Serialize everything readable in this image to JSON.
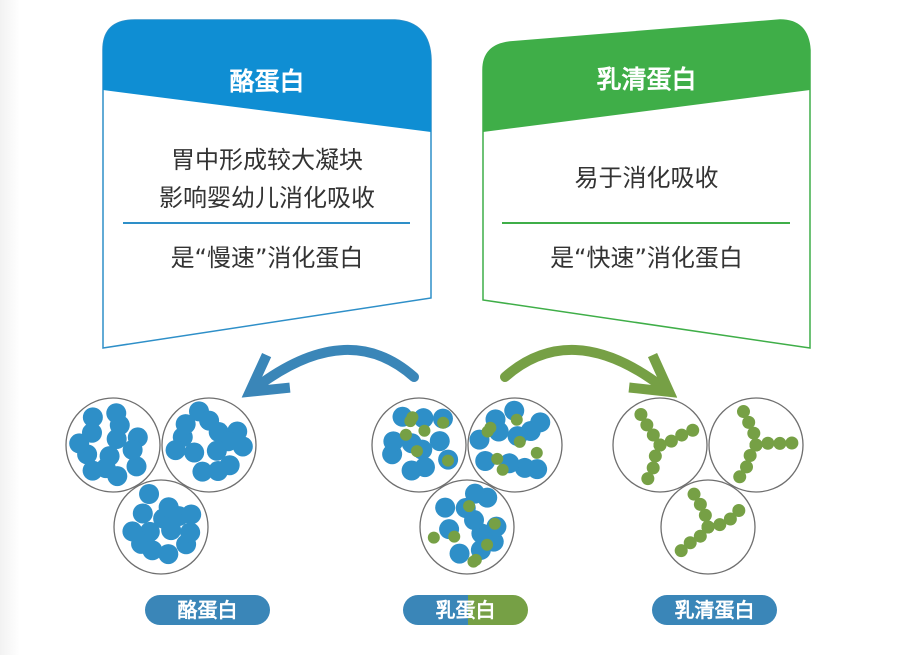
{
  "colors": {
    "casein": "#2e8fc8",
    "casein_dark": "#3a86b8",
    "whey": "#3fae48",
    "whey_dark": "#76a045",
    "text": "#333333"
  },
  "casein_card": {
    "title": "酪蛋白",
    "line1": "胃中形成较大凝块",
    "line2": "影响婴幼儿消化吸收",
    "summary": "是“慢速”消化蛋白"
  },
  "whey_card": {
    "title": "乳清蛋白",
    "line1": "易于消化吸收",
    "summary": "是“快速”消化蛋白"
  },
  "labels": {
    "casein": "酪蛋白",
    "milk_protein": "乳蛋白",
    "whey": "乳清蛋白"
  }
}
